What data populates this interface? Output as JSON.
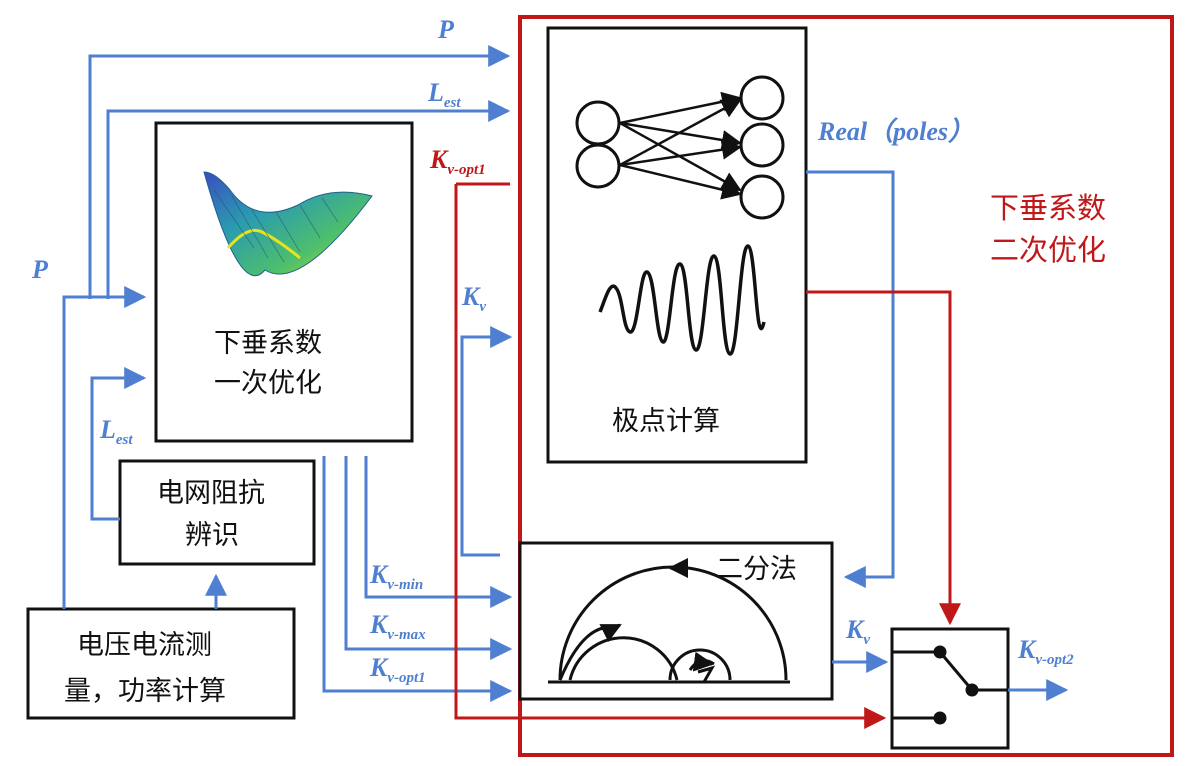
{
  "boxes": {
    "first_opt": [
      "下垂系数",
      "一次优化"
    ],
    "impedance": [
      "电网阻抗",
      "辨识"
    ],
    "measure": [
      "电压电流测",
      "量，功率计算"
    ],
    "pole_calc": "极点计算",
    "bisection": "二分法",
    "second_opt": [
      "下垂系数",
      "二次优化"
    ]
  },
  "signals": {
    "P": "P",
    "L": "L",
    "est": "est",
    "K": "K",
    "v": "v",
    "v_opt1": "v-opt1",
    "v_min": "v-min",
    "v_max": "v-max",
    "v_opt2": "v-opt2",
    "real_poles": "Real（poles）"
  },
  "colors": {
    "blue": "#4f7fd0",
    "red": "#c01818",
    "black": "#111111"
  },
  "icons": [
    "neural-network-icon",
    "oscillation-wave-icon",
    "3d-surface-icon",
    "switch-icon"
  ]
}
